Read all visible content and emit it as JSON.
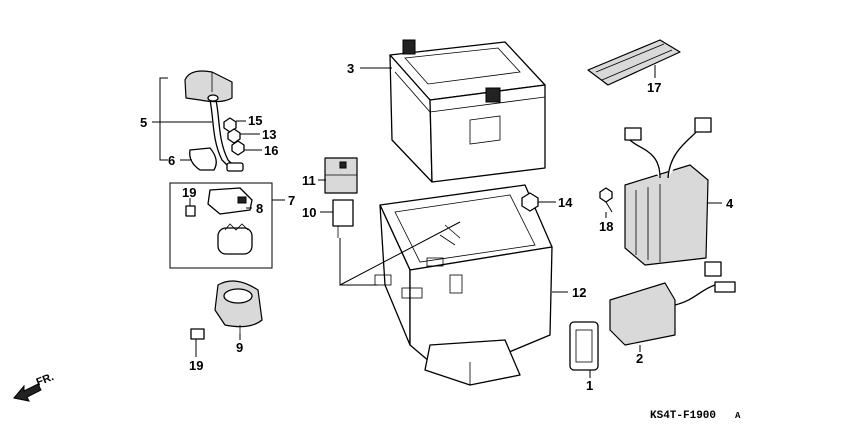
{
  "diagram": {
    "labels": {
      "p1": "1",
      "p2": "2",
      "p3": "3",
      "p4": "4",
      "p5": "5",
      "p6": "6",
      "p7": "7",
      "p8": "8",
      "p9": "9",
      "p10": "10",
      "p11": "11",
      "p12": "12",
      "p13": "13",
      "p14": "14",
      "p15": "15",
      "p16": "16",
      "p17": "17",
      "p18": "18",
      "p19a": "19",
      "p19b": "19"
    },
    "direction": "FR.",
    "diagram_code": "KS4T-F1900",
    "code_suffix": "A"
  }
}
